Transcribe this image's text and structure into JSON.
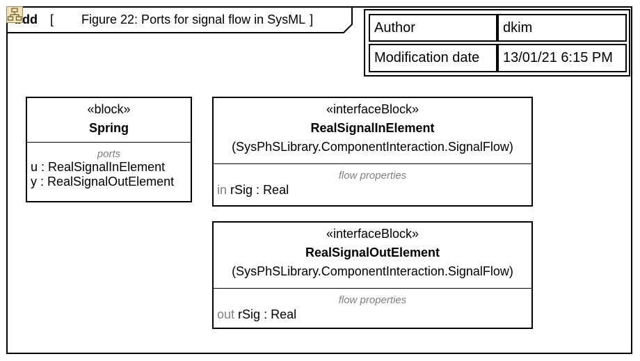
{
  "diagram": {
    "kind": "bdd",
    "open_bracket": "[",
    "name": "Figure 22: Ports for signal flow in SysML",
    "close_bracket": "]",
    "icon": "package-diagram-icon"
  },
  "meta": {
    "author_label": "Author",
    "author_value": "dkim",
    "date_label": "Modification date",
    "date_value": "13/01/21 6:15 PM"
  },
  "blocks": {
    "spring": {
      "stereotype": "«block»",
      "name": "Spring",
      "compartment_title": "ports",
      "ports": [
        {
          "name": "u",
          "colon": " : ",
          "type": "RealSignalInElement"
        },
        {
          "name": "y",
          "colon": " : ",
          "type": "RealSignalOutElement"
        }
      ]
    },
    "in_element": {
      "stereotype": "«interfaceBlock»",
      "name": "RealSignalInElement",
      "qualifier": "(SysPhSLibrary.ComponentInteraction.SignalFlow)",
      "compartment_title": "flow properties",
      "property": {
        "direction": "in",
        "name": "rSig",
        "colon": " : ",
        "type": "Real"
      }
    },
    "out_element": {
      "stereotype": "«interfaceBlock»",
      "name": "RealSignalOutElement",
      "qualifier": "(SysPhSLibrary.ComponentInteraction.SignalFlow)",
      "compartment_title": "flow properties",
      "property": {
        "direction": "out",
        "name": "rSig",
        "colon": " : ",
        "type": "Real"
      }
    }
  }
}
